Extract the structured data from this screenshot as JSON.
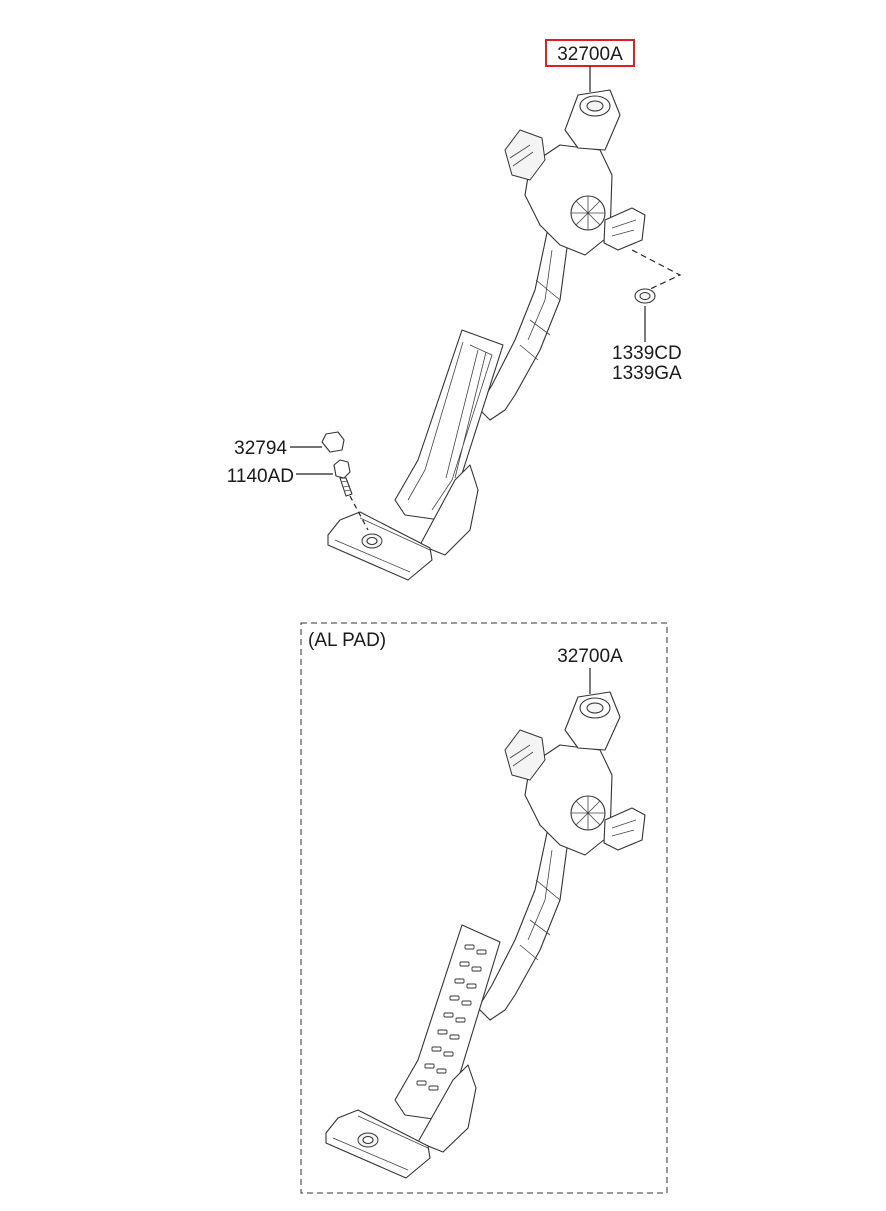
{
  "main_assembly": {
    "part_label": "32700A",
    "highlight_color": "#e02020",
    "callouts": {
      "nut_cd": "1339CD",
      "nut_ga": "1339GA",
      "stopper": "32794",
      "bolt": "1140AD"
    }
  },
  "al_pad_section": {
    "title": "(AL PAD)",
    "part_label": "32700A"
  }
}
